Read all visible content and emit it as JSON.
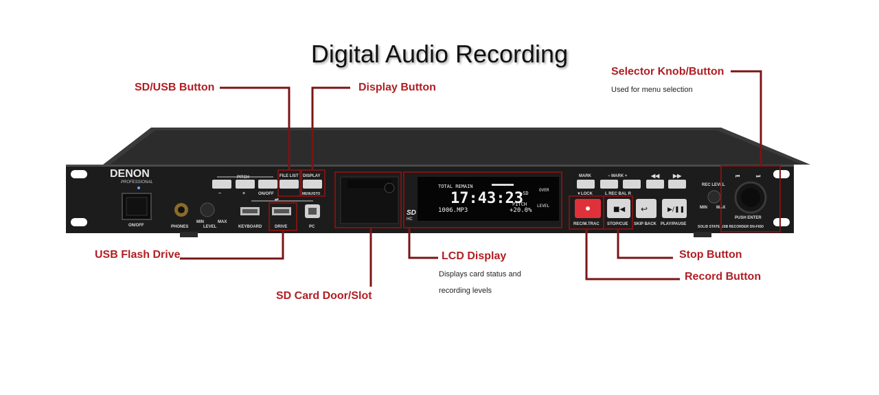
{
  "title": "Digital Audio Recording",
  "callouts": {
    "sd_usb_button": "SD/USB Button",
    "display_button": "Display Button",
    "selector_knob": "Selector Knob/Button",
    "selector_desc": "Used for menu selection",
    "usb_flash": "USB Flash Drive",
    "lcd_display": "LCD Display",
    "lcd_desc_1": "Displays card status and",
    "lcd_desc_2": "recording levels",
    "sd_card": "SD Card Door/Slot",
    "stop_button": "Stop Button",
    "record_button": "Record Button"
  },
  "device": {
    "brand": "DENON",
    "brand_sub": "PROFESSIONAL",
    "on_off": "ON/OFF",
    "phones": "PHONES",
    "level": "LEVEL",
    "min": "MIN",
    "max": "MAX",
    "keyboard": "KEYBOARD",
    "drive": "DRIVE",
    "pc": "PC",
    "pitch": "PITCH",
    "minus": "−",
    "plus": "+",
    "pitch_onoff": "ON/OFF",
    "file_list": "FILE LIST",
    "display": "DISPLAY",
    "menu_store": "MENU/STO",
    "mark": "MARK",
    "lock": "▼LOCK",
    "mark_range": "− MARK +",
    "rec_bal": "L REC BAL R",
    "rec_level": "REC LEVEL",
    "rec_min": "MIN",
    "rec_max": "MAX",
    "rec_mtrack": "REC/M.TRAC",
    "stop_cue": "STOP/CUE",
    "skip_back": "SKIP BACK",
    "play_pause": "PLAY/PAUSE",
    "push_enter": "PUSH ENTER",
    "model": "SOLID STATE USB RECORDER  DN-F650",
    "sd_logo": "SD",
    "sd_logo_sub": "HC",
    "icons": [
      "sd-card-icon",
      "usb-icon",
      "rewind-icon",
      "fast-forward-icon",
      "record-icon",
      "stop-icon",
      "skip-back-icon",
      "play-pause-icon"
    ]
  },
  "lcd": {
    "total_remain": "TOTAL REMAIN",
    "time": "17:43:23",
    "media": "▶SD",
    "file": "1006.MP3",
    "pitch_label": "PITCH",
    "pitch_value": "+20.0%",
    "over": "OVER",
    "level": "LEVEL"
  },
  "colors": {
    "accent": "#b01e23",
    "leader": "#7a1414",
    "panel": "#1c1c1c",
    "record": "#e0313b"
  }
}
